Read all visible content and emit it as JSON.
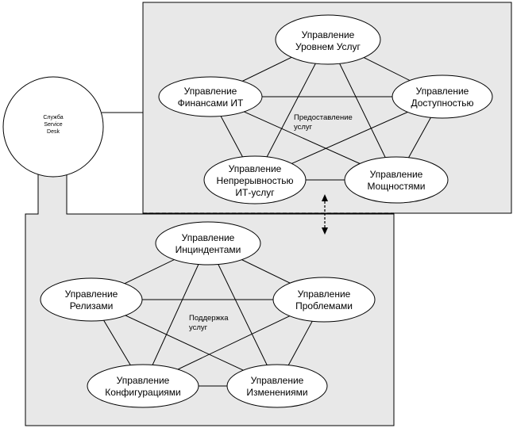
{
  "service_desk": {
    "lines": [
      "Служба",
      "Service",
      "Desk"
    ]
  },
  "top_panel": {
    "center_lines": [
      "Предоставление",
      "услуг"
    ],
    "nodes": [
      {
        "id": "slm",
        "lines": [
          "Управление",
          "Уровнем Услуг"
        ]
      },
      {
        "id": "fin",
        "lines": [
          "Управление",
          "Финансами ИТ"
        ]
      },
      {
        "id": "avail",
        "lines": [
          "Управление",
          "Доступностью"
        ]
      },
      {
        "id": "cont",
        "lines": [
          "Управление",
          "Непрерывностью",
          "ИТ-услуг"
        ]
      },
      {
        "id": "cap",
        "lines": [
          "Управление",
          "Мощностями"
        ]
      }
    ]
  },
  "bottom_panel": {
    "center_lines": [
      "Поддержка",
      "услуг"
    ],
    "nodes": [
      {
        "id": "inc",
        "lines": [
          "Управление",
          "Инциндентами"
        ]
      },
      {
        "id": "rel",
        "lines": [
          "Управление",
          "Релизами"
        ]
      },
      {
        "id": "prob",
        "lines": [
          "Управление",
          "Проблемами"
        ]
      },
      {
        "id": "conf",
        "lines": [
          "Управление",
          "Конфигурациями"
        ]
      },
      {
        "id": "chg",
        "lines": [
          "Управление",
          "Изменениями"
        ]
      }
    ]
  }
}
